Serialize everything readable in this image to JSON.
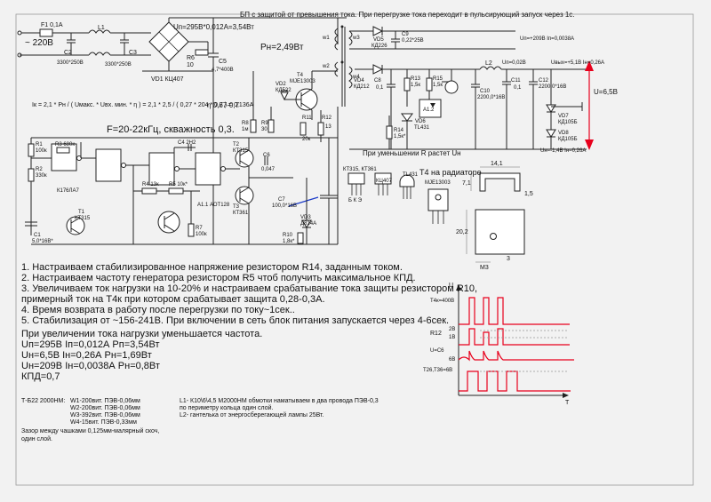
{
  "header": {
    "title": "БП с защитой от превышения тока. При перегрузке тока переходит в пульсирующий запуск через 1с."
  },
  "schematic": {
    "input_voltage": "~ 220В",
    "fuse": "F1 0,1А",
    "inductor_l1": "L1",
    "c2": "С2",
    "c2_val": "3300*250В",
    "c3": "С3",
    "c3_val": "3300*250В",
    "bridge": "VD1 КЦ407",
    "r6": "R6",
    "r6_val": "10",
    "c5": "С5",
    "c5_val": "4,7*400В",
    "un_formula": "Uп=295В*0,012А=3,54Вт",
    "pn": "Рн=2,49Вт",
    "ik_formula": "Iк = 2,1 * Рн / ( Uмакс. * Uвх. мин. * η ) = 2,1 * 2,5 / ( 0,27 * 204 * 0,7 ) = 0,136А",
    "eta": "η 0,67-0,7",
    "freq": "F=20-22кГц, скважность 0,3.",
    "r1": "R1",
    "r1_val": "100к",
    "r2": "R2",
    "r2_val": "330к",
    "r3": "R3 680к",
    "chip_k176la7": "К176ЛА7",
    "r4": "R4 13к",
    "r5": "R5 10к*",
    "c4": "С4 2Н2",
    "a11": "А1.1 АОТ128",
    "r7": "R7",
    "r7_val": "100к",
    "t1": "Т1",
    "t1_type": "КТ315",
    "c1": "С1",
    "c1_val": "5,0*16В*",
    "t2": "Т2",
    "t2_type": "КТ315",
    "t3": "Т3",
    "t3_type": "КТ361",
    "c6": "С6",
    "c6_val": "0,047",
    "c7": "С7",
    "c7_val": "100,0*16В",
    "r8": "R8",
    "r8_val": "1м",
    "r9": "R9",
    "r9_val": "30",
    "r11": "R11",
    "r11_val": "20к",
    "r12": "R12",
    "r12_val": "13",
    "vd2": "VD2",
    "vd2_type": "КД522",
    "t4": "Т4",
    "t4_type": "MJE13003",
    "vd3": "VD3",
    "vd3_type": "Д814А",
    "r10": "R10",
    "r10_val": "1,8к*",
    "vd4": "VD4",
    "vd4_type": "КД212",
    "vd5": "VD5",
    "vd5_type": "КД226",
    "c9": "С9",
    "c9_val": "0,22*25В",
    "c8": "С8",
    "c8_val": "0,1",
    "r13": "R13",
    "r13_val": "1,5к",
    "r15": "R15",
    "r15_val": "1,5к",
    "vd6": "VD6",
    "vd6_type": "TL431",
    "r14": "R14",
    "r14_val": "1,5к*",
    "a12": "А1.2",
    "l2": "L2",
    "c10": "С10",
    "c10_val": "2200,0*16В",
    "c11": "С11",
    "c11_val": "0,1",
    "c12": "С12",
    "c12_val": "2200,0*16В",
    "vd7": "VD7",
    "vd7_type": "КД105Б",
    "vd8": "VD8",
    "vd8_type": "КД105Б",
    "un_out": "Uп=0,02В",
    "un_out2": "Uп=0,02В",
    "uout": "Uвых=+5,1В  Iн=0,26А",
    "uout_low": "Uн=-1,4В  Iн=0,26А",
    "upwr": "Uп=+209В Iп=0,0038А",
    "u65": "U=6,5В",
    "r_note": "При уменьшении R растет Uн",
    "trans_w1": "w1",
    "trans_w2": "w2",
    "trans_w3": "w3",
    "trans_w4": "w4",
    "pins_label": "КТ315, КТ361",
    "kc407": "КЦ407",
    "tl431_pkg": "TL431",
    "radiator_title": "Т4 на радиаторе",
    "mje": "MJE13003",
    "pin_letters": "Б К Э",
    "dims": [
      "14,1",
      "7,1",
      "1,5",
      "20,2",
      "3",
      "М3"
    ]
  },
  "instructions": [
    "1. Настраиваем стабилизированное напряжение резистором R14, заданным током.",
    "2. Настраиваем частоту генератора резистором R5 чтоб получить максимальное КПД.",
    "3. Увеличиваем ток нагрузки на 10-20% и настраиваем срабатывание тока защиты резистором R10,",
    "    примерный ток на Т4к при котором срабатывает защита 0,28-0,3А.",
    "4. Время возврата в работу после перегрузки по току~1сек..",
    "5. Стабилизация от ~156-241В. При включении в сеть блок питания запускается через 4-6сек."
  ],
  "stats": {
    "intro": "При увеличении тока нагрузки уменьшается частота.",
    "rows": [
      "Uп=295В  Iп=0,012А  Рп=3,54Вт",
      "Uн=6,5В  Iн=0,26А   Рн=1,69Вт",
      "Uн=209В  Iн=0,0038А  Рн=0,8Вт",
      "КПД=0,7"
    ]
  },
  "windings": {
    "core": "Т-Б22 2000НМ:",
    "lines": [
      "W1-200вит. ПЭВ-0,06мм",
      "W2-200вит. ПЭВ-0,06мм",
      "W3-392вит. ПЭВ-0,06мм",
      "W4-15вит.   ПЭВ-0,33мм"
    ],
    "gap": "Зазор между чашками 0,125мм-малярный скоч, один слой."
  },
  "l_notes": [
    "L1- К10\\6\\4,5 М2000НМ обмотки наматываем в два провода ПЭВ-0,3",
    "по периметру кольца один слой.",
    "L2- гантелька от энергосберегающей лампы 25Вт."
  ],
  "timing": {
    "axis_u": "U",
    "axis_t": "T",
    "labels": [
      "Т4к=400В",
      "R12",
      "2В",
      "1В",
      "U=C6",
      "6В",
      "Т26,Т36=6В"
    ]
  }
}
